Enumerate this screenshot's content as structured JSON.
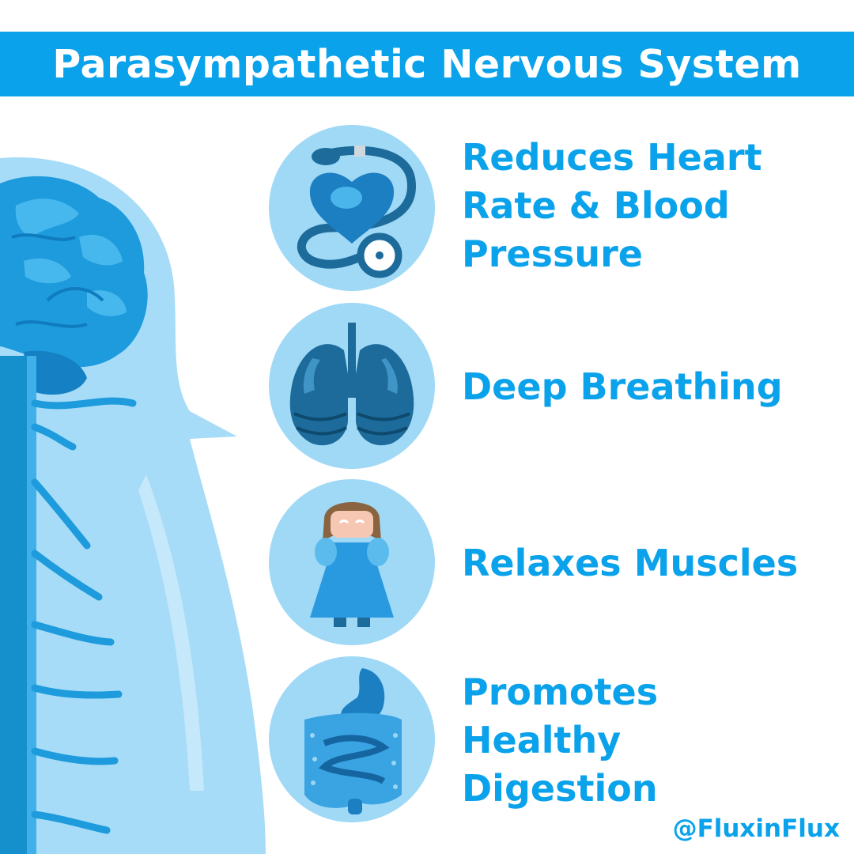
{
  "header": {
    "title": "Parasympathetic Nervous System"
  },
  "colors": {
    "accent": "#0aa2ea",
    "circle": "#9fd9f6",
    "body_light": "#a6dcf7",
    "organ_dark": "#1d6b9b"
  },
  "benefits": [
    {
      "icon": "heart-stethoscope-icon",
      "lines": [
        "Reduces Heart",
        "Rate & Blood",
        "Pressure"
      ]
    },
    {
      "icon": "lungs-icon",
      "lines": [
        "Deep Breathing"
      ]
    },
    {
      "icon": "relaxed-person-icon",
      "lines": [
        "Relaxes Muscles"
      ]
    },
    {
      "icon": "digestive-system-icon",
      "lines": [
        "Promotes",
        "Healthy",
        "Digestion"
      ]
    }
  ],
  "footer": {
    "handle": "@FluxinFlux"
  }
}
